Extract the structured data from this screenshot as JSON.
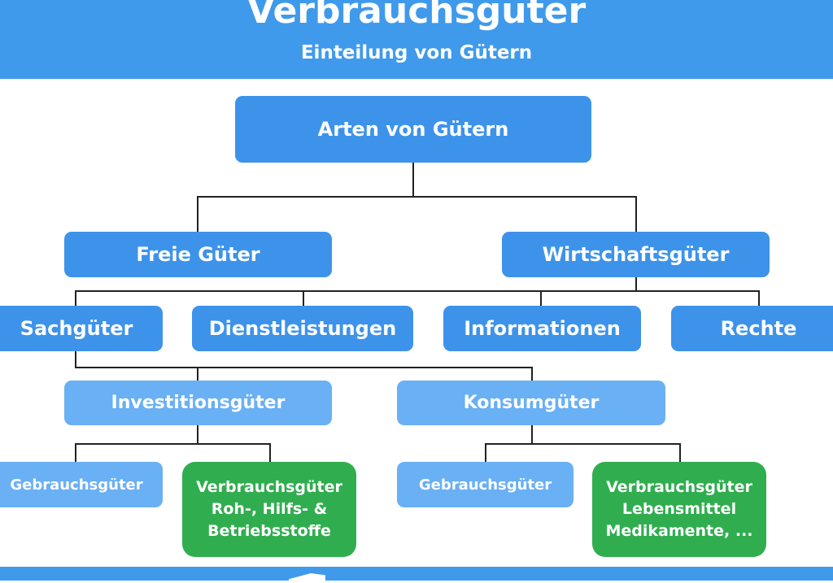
{
  "header": {
    "title": "Verbrauchsgüter",
    "subtitle": "Einteilung von Gütern"
  },
  "nodes": {
    "root": "Arten von Gütern",
    "freie": "Freie Güter",
    "wirtschaft": "Wirtschaftsgüter",
    "sach": "Sachgüter",
    "dienst": "Dienstleistungen",
    "info": "Informationen",
    "rechte": "Rechte",
    "invest": "Investitionsgüter",
    "konsum": "Konsumgüter",
    "invest_gebrauch": "Gebrauchsgüter",
    "invest_verbrauch": [
      "Verbrauchsgüter",
      "Roh-, Hilfs- &",
      "Betriebsstoffe"
    ],
    "konsum_gebrauch": "Gebrauchsgüter",
    "konsum_verbrauch": [
      "Verbrauchsgüter",
      "Lebensmittel",
      "Medikamente, ..."
    ]
  },
  "colors": {
    "header": "#3f9aec",
    "primary": "#3d93ea",
    "secondary": "#69b0f4",
    "highlight": "#30ae4f"
  }
}
